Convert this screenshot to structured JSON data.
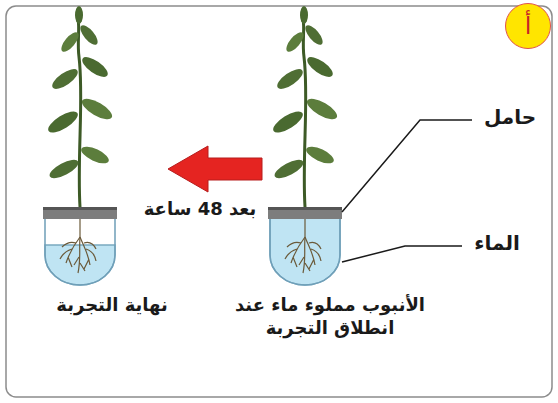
{
  "diagram": {
    "nodes": [
      {
        "text": [
          "أ"
        ]
      }
    ],
    "labels": [
      "حامل",
      "الماء",
      "بعد 48 ساعة",
      "الأنبوب مملوء ماء عند انطلاق التجربة",
      "نهاية التجربة"
    ]
  }
}
